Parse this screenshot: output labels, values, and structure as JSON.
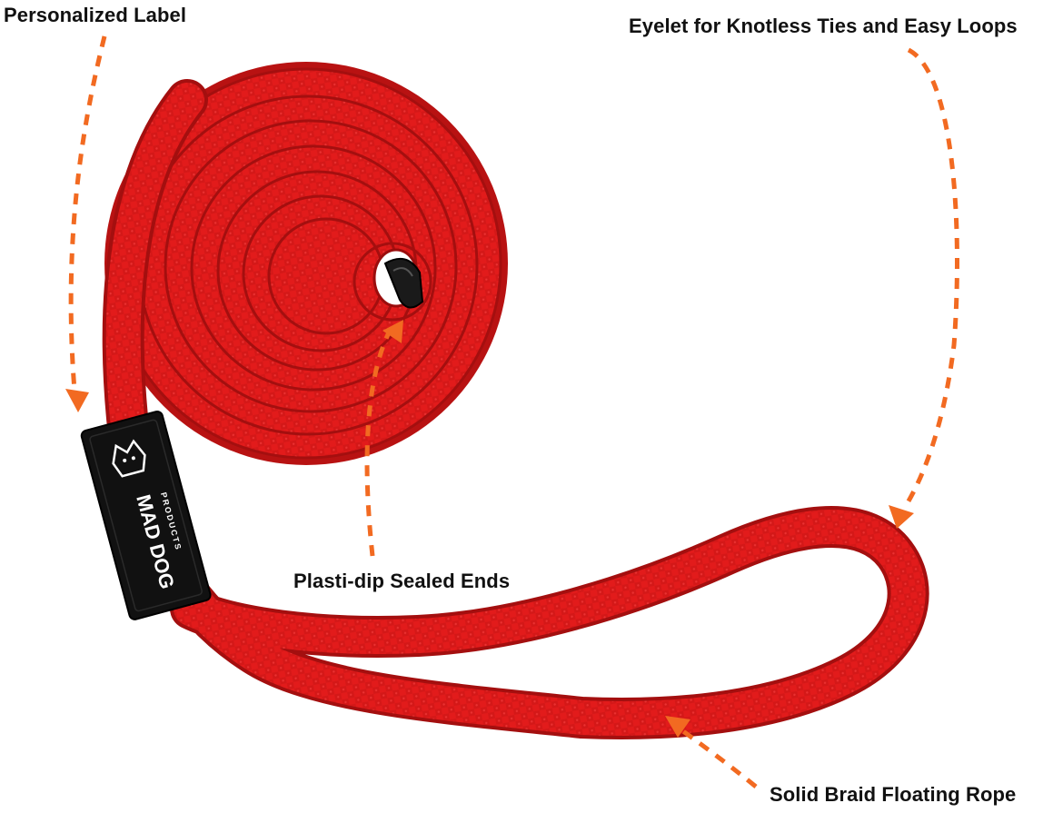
{
  "callouts": {
    "personalized_label": "Personalized Label",
    "eyelet": "Eyelet for Knotless Ties and Easy Loops",
    "sealed_ends": "Plasti-dip Sealed Ends",
    "floating_rope": "Solid Braid Floating Rope"
  },
  "product_label": {
    "brand": "MAD DOG",
    "sub": "PRODUCTS"
  },
  "colors": {
    "rope": "#e21b1b",
    "rope_shadow": "#a40f0f",
    "arrow": "#f26a21",
    "label": "#111111",
    "background": "#ffffff"
  }
}
